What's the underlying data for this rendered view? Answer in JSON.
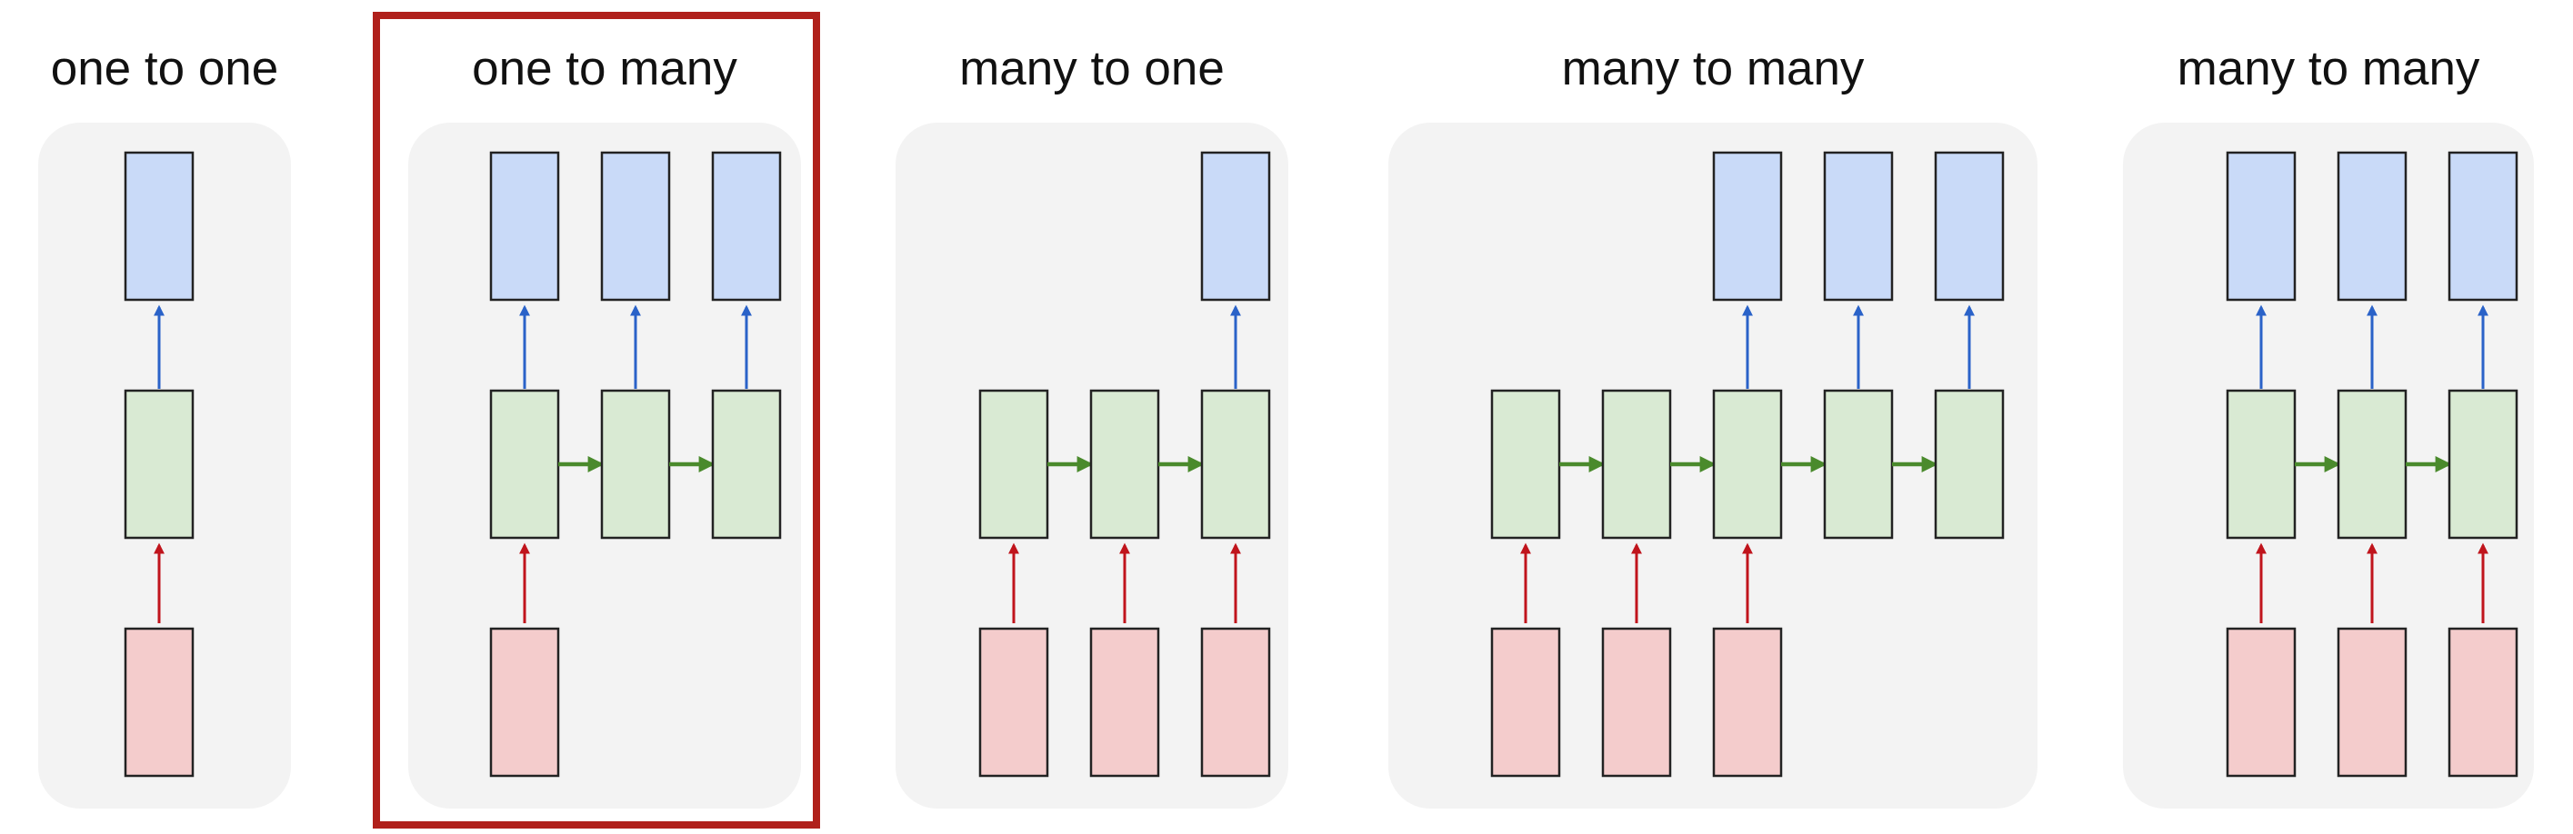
{
  "panels": [
    {
      "title": "one to one",
      "inputs": [
        0
      ],
      "outputs": [
        0
      ],
      "hidden_count": 1,
      "highlighted": false
    },
    {
      "title": "one to many",
      "inputs": [
        0
      ],
      "outputs": [
        0,
        1,
        2
      ],
      "hidden_count": 3,
      "highlighted": true
    },
    {
      "title": "many to one",
      "inputs": [
        0,
        1,
        2
      ],
      "outputs": [
        2
      ],
      "hidden_count": 3,
      "highlighted": false
    },
    {
      "title": "many to many",
      "inputs": [
        0,
        1,
        2
      ],
      "outputs": [
        2,
        3,
        4
      ],
      "hidden_count": 5,
      "highlighted": false
    },
    {
      "title": "many to many",
      "inputs": [
        0,
        1,
        2
      ],
      "outputs": [
        0,
        1,
        2
      ],
      "hidden_count": 3,
      "highlighted": false
    }
  ],
  "colors": {
    "output_fill": "#c9daf8",
    "hidden_fill": "#d9ead3",
    "input_fill": "#f4cccc",
    "output_arrow": "#2a62c8",
    "hidden_arrow": "#4a8a2c",
    "input_arrow": "#c0141c",
    "highlight": "#b0201b"
  }
}
